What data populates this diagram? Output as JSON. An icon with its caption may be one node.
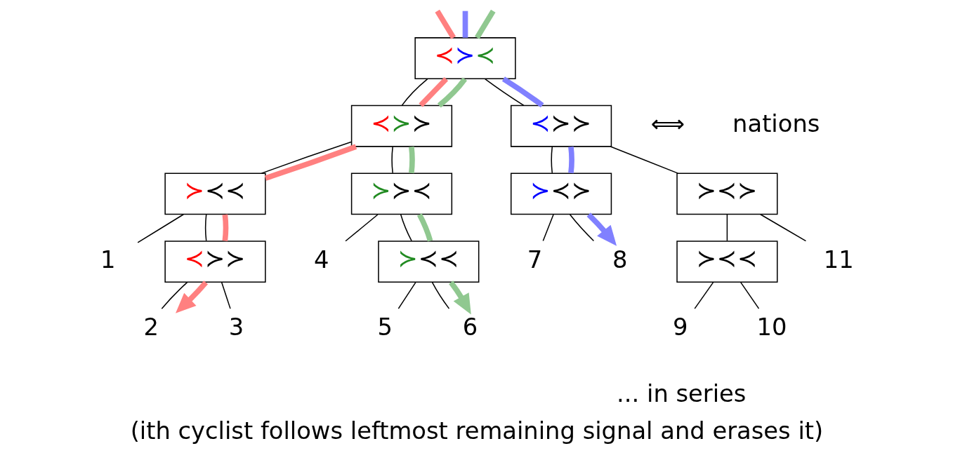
{
  "diagram": {
    "caption": "(ith cyclist follows leftmost remaining signal and erases it)",
    "nodes": [
      {
        "text": [
          "≺≻≺"
        ]
      },
      {
        "text": [
          "≺≻≻"
        ]
      },
      {
        "text": [
          "≺≻≻"
        ]
      },
      {
        "text": [
          "≻≺≺"
        ]
      },
      {
        "text": [
          "≻≻≺"
        ]
      },
      {
        "text": [
          "≻≺≻"
        ]
      },
      {
        "text": [
          "≻≺≻"
        ]
      },
      {
        "text": [
          "1"
        ]
      },
      {
        "text": [
          "≺≻≻"
        ]
      },
      {
        "text": [
          "4"
        ]
      },
      {
        "text": [
          "≻≺≺"
        ]
      },
      {
        "text": [
          "7"
        ]
      },
      {
        "text": [
          "8"
        ]
      },
      {
        "text": [
          "≻≺≺"
        ]
      },
      {
        "text": [
          "11"
        ]
      },
      {
        "text": [
          "2"
        ]
      },
      {
        "text": [
          "3"
        ]
      },
      {
        "text": [
          "5"
        ]
      },
      {
        "text": [
          "6"
        ]
      },
      {
        "text": [
          "9"
        ]
      },
      {
        "text": [
          "10"
        ]
      }
    ],
    "edges": [
      {
        "from": 0,
        "to": 1,
        "arrow": "none"
      },
      {
        "from": 0,
        "to": 2,
        "arrow": "none"
      },
      {
        "from": 1,
        "to": 3,
        "arrow": "none"
      },
      {
        "from": 1,
        "to": 4,
        "arrow": "none"
      },
      {
        "from": 2,
        "to": 5,
        "arrow": "none"
      },
      {
        "from": 2,
        "to": 6,
        "arrow": "none"
      },
      {
        "from": 3,
        "to": 7,
        "arrow": "none"
      },
      {
        "from": 3,
        "to": 8,
        "arrow": "none"
      },
      {
        "from": 4,
        "to": 9,
        "arrow": "none"
      },
      {
        "from": 4,
        "to": 10,
        "arrow": "none"
      },
      {
        "from": 5,
        "to": 11,
        "arrow": "none"
      },
      {
        "from": 5,
        "to": 12,
        "arrow": "none"
      },
      {
        "from": 6,
        "to": 13,
        "arrow": "none"
      },
      {
        "from": 6,
        "to": 14,
        "arrow": "none"
      },
      {
        "from": 8,
        "to": 15,
        "arrow": "none"
      },
      {
        "from": 8,
        "to": 16,
        "arrow": "none"
      },
      {
        "from": 10,
        "to": 17,
        "arrow": "none"
      },
      {
        "from": 10,
        "to": 18,
        "arrow": "none"
      },
      {
        "from": 13,
        "to": 19,
        "arrow": "none"
      },
      {
        "from": 13,
        "to": 20,
        "arrow": "none"
      },
      {
        "from": null,
        "to": 0,
        "arrow": "none",
        "style": "thick",
        "color": "#ff8080"
      },
      {
        "from": 0,
        "to": 1,
        "arrow": "none",
        "style": "thick",
        "color": "#ff8080"
      },
      {
        "from": 1,
        "to": 3,
        "arrow": "none",
        "style": "thick",
        "color": "#ff8080"
      },
      {
        "from": 3,
        "to": 8,
        "arrow": "none",
        "style": "thick",
        "color": "#ff8080"
      },
      {
        "from": 8,
        "to": 15,
        "arrow": "to",
        "style": "thick",
        "color": "#ff8080"
      },
      {
        "from": null,
        "to": 0,
        "arrow": "none",
        "style": "thick",
        "color": "#90c890"
      },
      {
        "from": 0,
        "to": 1,
        "arrow": "none",
        "style": "thick",
        "color": "#90c890"
      },
      {
        "from": 1,
        "to": 4,
        "arrow": "none",
        "style": "thick",
        "color": "#90c890"
      },
      {
        "from": 4,
        "to": 10,
        "arrow": "none",
        "style": "thick",
        "color": "#90c890"
      },
      {
        "from": 10,
        "to": 18,
        "arrow": "to",
        "style": "thick",
        "color": "#90c890"
      },
      {
        "from": null,
        "to": 0,
        "arrow": "none",
        "style": "thick",
        "color": "#8080ff"
      },
      {
        "from": 0,
        "to": 2,
        "arrow": "none",
        "style": "thick",
        "color": "#8080ff"
      },
      {
        "from": 2,
        "to": 5,
        "arrow": "none",
        "style": "thick",
        "color": "#8080ff"
      },
      {
        "from": 5,
        "to": 12,
        "arrow": "to",
        "style": "thick",
        "color": "#8080ff"
      }
    ],
    "labels": [
      "⟺",
      "nations",
      "... in series"
    ]
  }
}
